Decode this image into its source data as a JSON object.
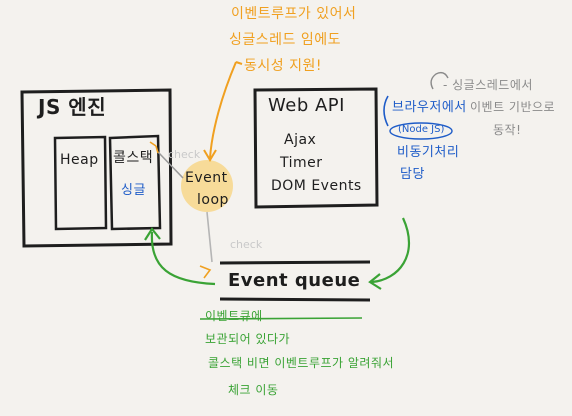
{
  "colors": {
    "paper": "#f4f2ee",
    "ink": "#1e1e1e",
    "orange": "#f0a020",
    "blue": "#1e5cc8",
    "green": "#3aa335",
    "grey": "#8a8a8a",
    "highlight": "#f7d78a"
  },
  "top_note": {
    "line1": "이벤트루프가 있어서",
    "line2": "싱글스레드 임에도",
    "line3": "동시성 지원!"
  },
  "js_engine": {
    "title": "JS 엔진",
    "heap": "Heap",
    "call_stack": "콜스택",
    "single": "싱글"
  },
  "event_loop": {
    "line1": "Event",
    "line2": "loop"
  },
  "check_labels": {
    "top": "check",
    "bottom": "check"
  },
  "web_api": {
    "title": "Web API",
    "items": [
      "Ajax",
      "Timer",
      "DOM Events"
    ]
  },
  "browser_note": {
    "line1": "브라우저에서",
    "line2": "(Node JS)",
    "line3": "비동기처리",
    "line4": "담당"
  },
  "grey_note": {
    "line1": "- 싱글스레드에서",
    "line2": "이벤트 기반으로",
    "line3": "동작!"
  },
  "event_queue": {
    "label": "Event queue"
  },
  "bottom_note": {
    "line1": "이벤트큐에",
    "line2": "보관되어 있다가",
    "line3": "콜스택 비면 이벤트루프가 알려줘서",
    "line4": "체크 이동"
  }
}
